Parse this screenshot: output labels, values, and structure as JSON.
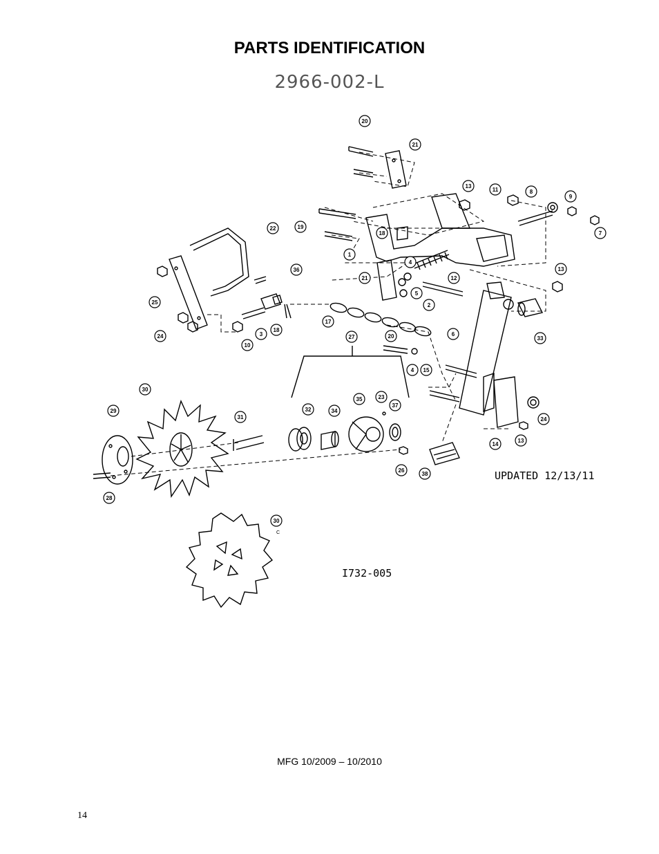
{
  "header": {
    "title": "PARTS IDENTIFICATION",
    "model": "2966-002-L"
  },
  "diagram": {
    "updated": "UPDATED 12/13/11",
    "drawing_number": "I732-005",
    "callout_30c_suffix": "C",
    "callouts": [
      "20",
      "21",
      "13",
      "11",
      "8",
      "9",
      "7",
      "19",
      "18",
      "22",
      "1",
      "4",
      "12",
      "36",
      "21",
      "5",
      "2",
      "13",
      "25",
      "17",
      "3",
      "18",
      "33",
      "24",
      "10",
      "27",
      "20",
      "6",
      "4",
      "15",
      "30",
      "29",
      "31",
      "32",
      "34",
      "35",
      "23",
      "37",
      "24",
      "14",
      "13",
      "38",
      "26",
      "28",
      "30"
    ]
  },
  "footer": {
    "mfg": "MFG 10/2009 – 10/2010",
    "page_number": "14"
  }
}
